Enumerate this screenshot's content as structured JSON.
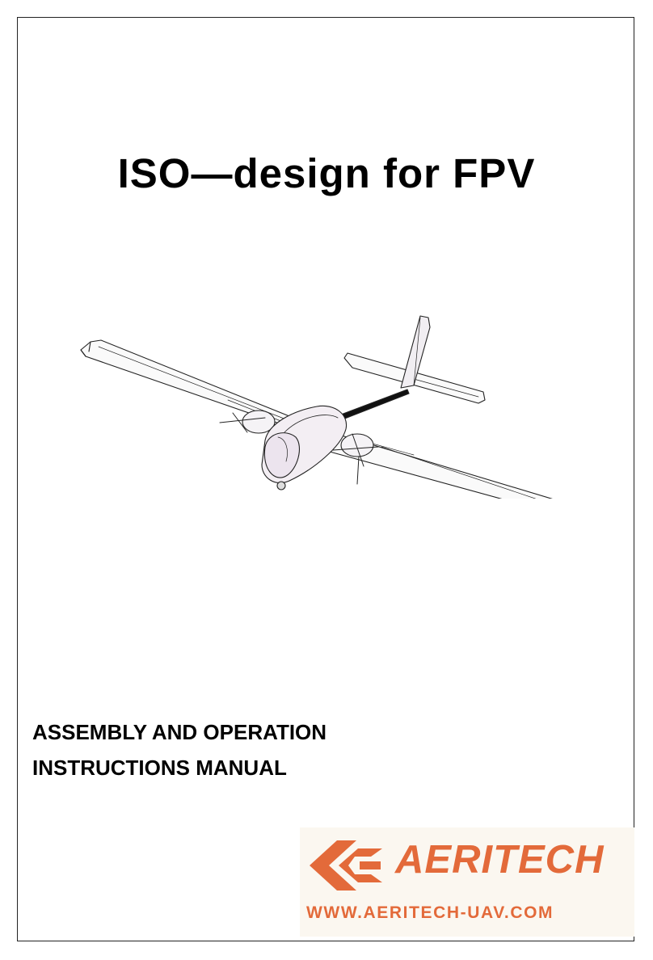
{
  "document": {
    "title": "ISO—design for FPV",
    "subtitle_line1": "ASSEMBLY AND OPERATION",
    "subtitle_line2": "INSTRUCTIONS MANUAL"
  },
  "brand": {
    "name": "AERITECH",
    "url": "WWW.AERITECH-UAV.COM",
    "color": "#e36a3a"
  },
  "illustration": {
    "icon": "fpv-airplane-line-drawing"
  }
}
